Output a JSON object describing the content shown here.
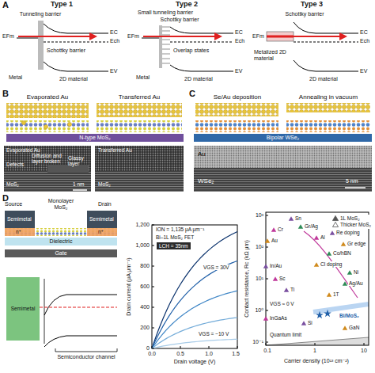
{
  "diagram": {
    "nodes": [
      {
        "text": [
          "N-type MoS₂"
        ]
      },
      {
        "text": [
          "Bipolar WSe₂"
        ]
      },
      {
        "text": [
          "Dielectric"
        ]
      },
      {
        "text": [
          "Gate"
        ]
      },
      {
        "text": [
          "Semimetal"
        ]
      },
      {
        "text": [
          "LCH = 35nm"
        ]
      }
    ],
    "labels": [
      "A",
      "Type 1",
      "Type 2",
      "Type 3",
      "Tunneling barrier",
      "EFm",
      "Schottky barrier",
      "EC",
      "Ech",
      "EV",
      "Metal",
      "2D material",
      "Small tunneling barrier",
      "Schottky barrier",
      "EFm",
      "EC",
      "Ech",
      "EV",
      "Overlap states",
      "Metal",
      "2D material",
      "Schottky barrier",
      "EFm",
      "EC",
      "Ech",
      "EV",
      "Metalized 2D material",
      "2D material",
      "B",
      "Evaporated Au",
      "Transferred Au",
      "Evaporated Au",
      "Defects",
      "Diffusion and layer broken",
      "Glassy layer",
      "MoS₂",
      "1 nm",
      "Transferred Au",
      "MoS₂",
      "C",
      "Se/Au deposition",
      "Annealing in vacuum",
      "Au",
      "WSe₂",
      "5 nm",
      "D",
      "Source",
      "Monolayer MoS₂",
      "Drain",
      "Semimetal",
      "Semimetal",
      "n⁺",
      "n⁺",
      "Semiconductor channel",
      "Drain current (μA μm⁻¹)",
      "0",
      "200",
      "400",
      "600",
      "800",
      "1,000",
      "1,200",
      "0.0",
      "0.5",
      "1.0",
      "1.5",
      "Drain voltage (V)",
      "ION = 1,135 μA μm⁻¹",
      "Bi–1L MoS₂ FET",
      "VGS = 30V",
      "VGS = −10 V",
      "Contact resistance, Rc (kΩ μm)",
      "10⁻¹",
      "10⁰",
      "10¹",
      "10²",
      "10³",
      "0.1",
      "1",
      "10",
      "Carrier density (10¹³ cm⁻²)",
      "Sn",
      "Au",
      "Gr/Ag",
      "Al",
      "Re doping",
      "Gr edge",
      "Co/hBN",
      "Cr",
      "In/Au",
      "Cl doping",
      "Ni",
      "Sc",
      "Ti",
      "1T",
      "Ag/Au",
      "Bi/MoS₂",
      "InGaAs",
      "Si",
      "GaN",
      "Quantum limit",
      "VGS ≈ 0 V"
    ],
    "legend": [
      {
        "text": "1L MoS₂"
      },
      {
        "text": "Thicker MoS₂"
      }
    ]
  }
}
